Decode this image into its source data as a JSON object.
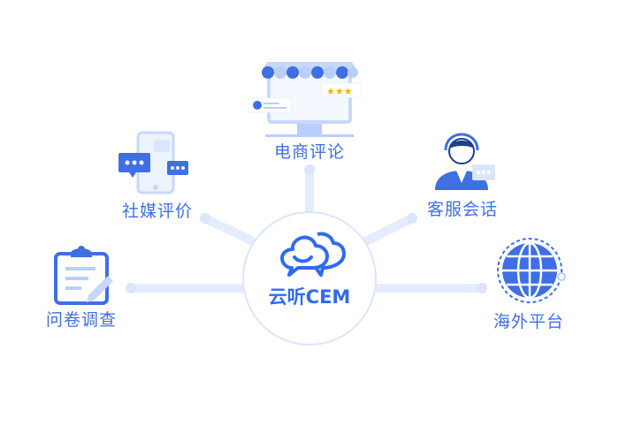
{
  "center": {
    "brand": "云听CEM"
  },
  "nodes": {
    "ecommerce": "电商评论",
    "social": "社媒评价",
    "service": "客服会话",
    "survey": "问卷调查",
    "overseas": "海外平台"
  },
  "colors": {
    "primary": "#3f6fe2",
    "spoke": "#e4ecfd",
    "light": "#c6d8fb"
  }
}
